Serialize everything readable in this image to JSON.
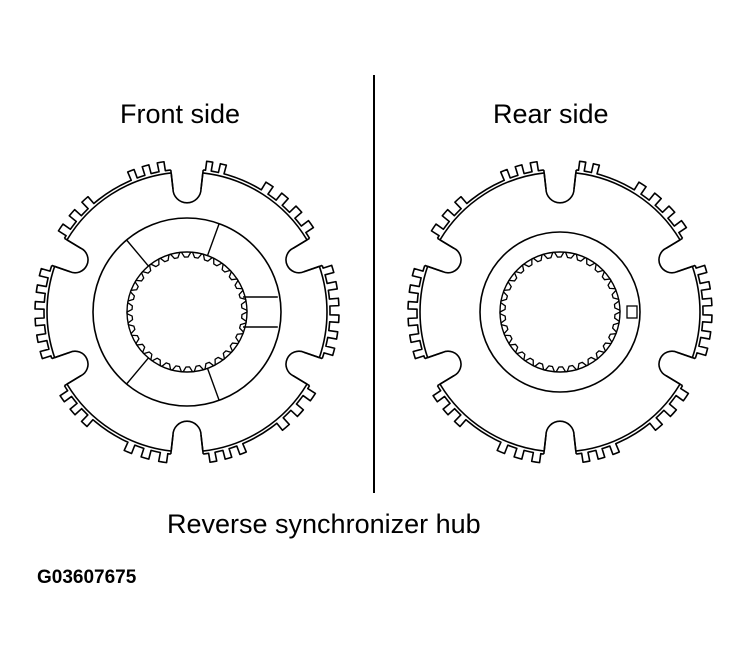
{
  "front": {
    "title": "Front side"
  },
  "rear": {
    "title": "Rear side"
  },
  "caption": "Reverse synchronizer hub",
  "figure_code": "G03607675"
}
